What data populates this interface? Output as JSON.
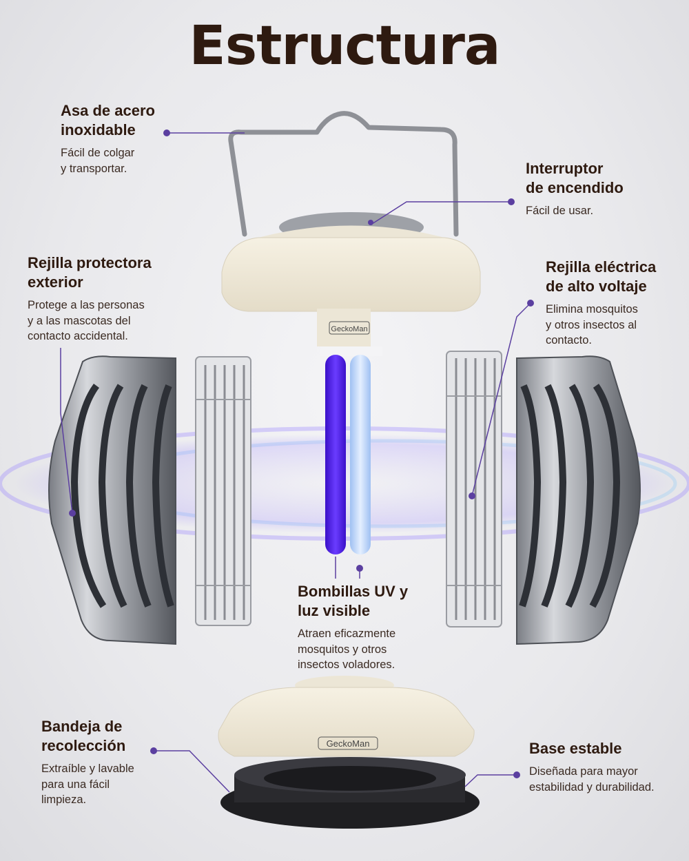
{
  "title": "Estructura",
  "callouts": {
    "handle": {
      "title_1": "Asa de acero",
      "title_2": "inoxidable",
      "desc_1": "Fácil de colgar",
      "desc_2": "y transportar."
    },
    "switch": {
      "title_1": "Interruptor",
      "title_2": "de encendido",
      "desc_1": "Fácil de usar."
    },
    "outer_grid": {
      "title_1": "Rejilla protectora",
      "title_2": "exterior",
      "desc_1": "Protege a las personas",
      "desc_2": "y a las mascotas del",
      "desc_3": "contacto accidental."
    },
    "electric_grid": {
      "title_1": "Rejilla eléctrica",
      "title_2": "de alto voltaje",
      "desc_1": "Elimina mosquitos",
      "desc_2": "y otros insectos al",
      "desc_3": "contacto."
    },
    "bulbs": {
      "title_1": "Bombillas UV y",
      "title_2": "luz visible",
      "desc_1": "Atraen eficazmente",
      "desc_2": "mosquitos y otros",
      "desc_3": "insectos voladores."
    },
    "tray": {
      "title_1": "Bandeja de",
      "title_2": "recolección",
      "desc_1": "Extraíble y lavable",
      "desc_2": "para una fácil",
      "desc_3": "limpieza."
    },
    "base": {
      "title_1": "Base estable",
      "desc_1": "Diseñada para mayor",
      "desc_2": "estabilidad y durabilidad."
    }
  },
  "brand": {
    "top_label": "GeckoMan",
    "bottom_label": "GeckoMan"
  },
  "colors": {
    "accent": "#5b3fa0",
    "text": "#2e1a10",
    "uv": "#4a1fd8",
    "visible": "#a9c8f5"
  }
}
